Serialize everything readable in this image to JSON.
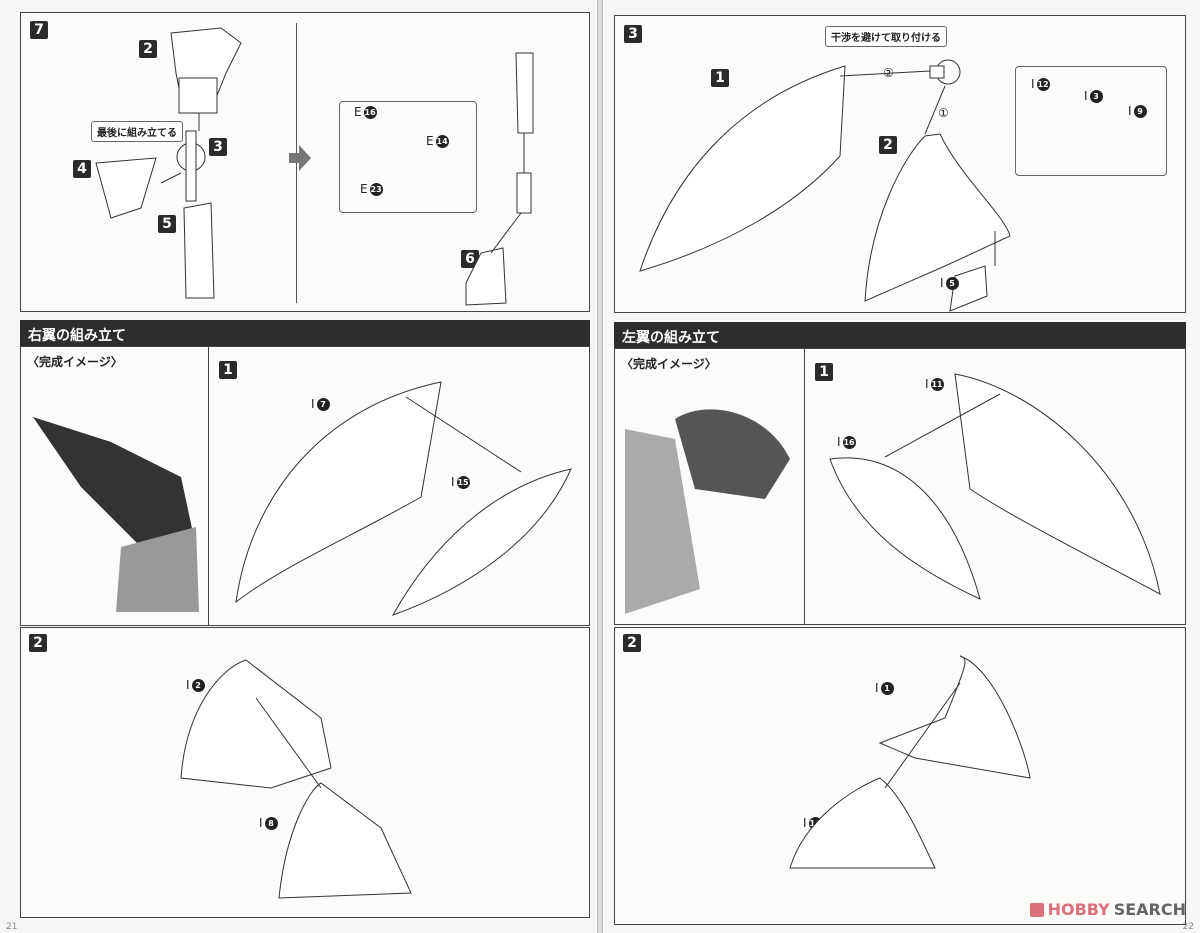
{
  "left_page": {
    "step7": {
      "number": "7",
      "callout": "最後に組み立てる",
      "labels": [
        "2",
        "3",
        "4",
        "5",
        "6"
      ],
      "parts": [
        {
          "letter": "E",
          "num": "16"
        },
        {
          "letter": "E",
          "num": "14"
        },
        {
          "letter": "E",
          "num": "23"
        }
      ]
    },
    "section_title": "右翼の組み立て",
    "complete_image_label": "〈完成イメージ〉",
    "step1": {
      "number": "1",
      "parts": [
        {
          "letter": "I",
          "num": "7"
        },
        {
          "letter": "I",
          "num": "15"
        }
      ]
    },
    "step2": {
      "number": "2",
      "parts": [
        {
          "letter": "I",
          "num": "2"
        },
        {
          "letter": "I",
          "num": "8"
        }
      ]
    },
    "page_number": "21"
  },
  "right_page": {
    "step3": {
      "number": "3",
      "callout": "干渉を避けて取り付ける",
      "labels": [
        "1",
        "2"
      ],
      "order": [
        "②",
        "①"
      ],
      "parts": [
        {
          "letter": "I",
          "num": "12"
        },
        {
          "letter": "I",
          "num": "3"
        },
        {
          "letter": "I",
          "num": "9"
        },
        {
          "letter": "I",
          "num": "5"
        }
      ]
    },
    "section_title": "左翼の組み立て",
    "complete_image_label": "〈完成イメージ〉",
    "step1": {
      "number": "1",
      "parts": [
        {
          "letter": "I",
          "num": "11"
        },
        {
          "letter": "I",
          "num": "16"
        }
      ]
    },
    "step2": {
      "number": "2",
      "parts": [
        {
          "letter": "I",
          "num": "1"
        },
        {
          "letter": "I",
          "num": "14"
        }
      ]
    },
    "page_number": "22"
  },
  "watermark": {
    "brand": "HOBBY",
    "brand2": "SEARCH",
    "color": "#d9707a"
  }
}
